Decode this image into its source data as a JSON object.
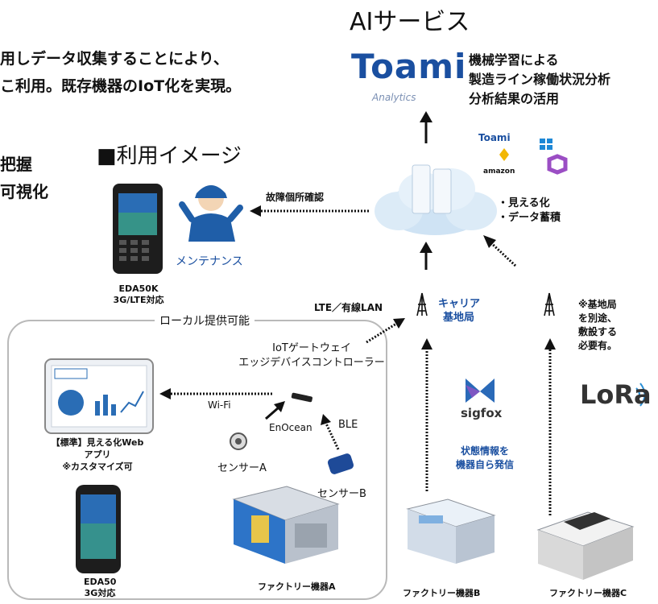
{
  "header": {
    "line1": "用しデータ収集することにより、",
    "line2": "こ利用。既存機器のIoT化を実現。",
    "left1": "把握",
    "left2": "可視化"
  },
  "ai_service": {
    "title": "AIサービス",
    "logo_text": "Toami",
    "logo_sub": "Analytics",
    "desc": [
      "機械学習による",
      "製造ライン稼働状況分析",
      "分析結果の活用"
    ]
  },
  "cloud": {
    "logos": [
      "Toami",
      "amazon"
    ],
    "features": [
      "・見える化",
      "・データ蓄積"
    ]
  },
  "usage_title": "■利用イメージ",
  "devices": {
    "eda50k": {
      "name": "EDA50K",
      "spec": "3G/LTE対応"
    },
    "eda50": {
      "name": "EDA50",
      "spec": "3G対応"
    }
  },
  "maintenance": {
    "label": "メンテナンス",
    "arrow_label": "故障個所確認"
  },
  "local": {
    "label": "ローカル提供可能"
  },
  "lte_label": "LTE／有線LAN",
  "carrier": {
    "line1": "キャリア",
    "line2": "基地局"
  },
  "note": [
    "※基地局",
    "を別途、",
    "敷設する",
    "必要有。"
  ],
  "gateway": {
    "line1": "IoTゲートウェイ",
    "line2": "エッジデバイスコントローラー"
  },
  "wifi": "Wi-Fi",
  "enocean": "EnOcean",
  "ble": "BLE",
  "webapp": [
    "【標準】見える化Web",
    "アプリ",
    "※カスタマイズ可"
  ],
  "sensor_a": "センサーA",
  "sensor_b": "センサーB",
  "sigfox": "sigfox",
  "lora": "LoRa",
  "status": [
    "状態情報を",
    "機器自ら発信"
  ],
  "factory_a": "ファクトリー機器A",
  "factory_b": "ファクトリー機器B",
  "factory_c": "ファクトリー機器C",
  "colors": {
    "brand_blue": "#1a4fa0",
    "accent": "#1c64b0",
    "cloud": "#d6e8f6"
  }
}
